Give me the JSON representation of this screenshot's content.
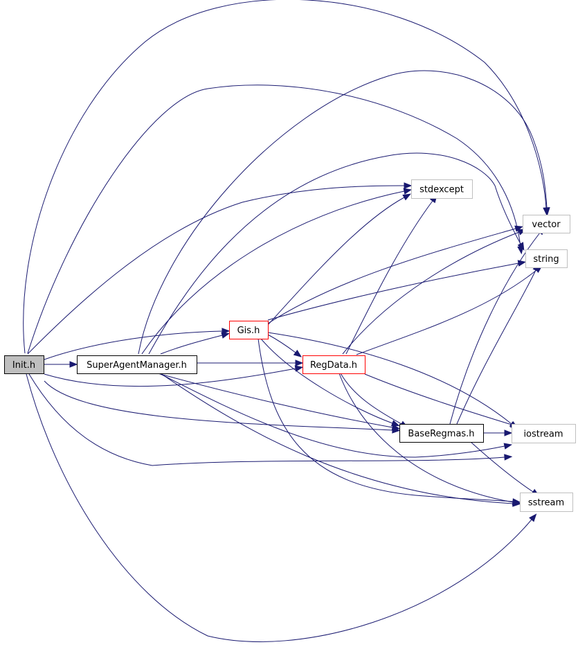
{
  "diagram": {
    "type": "include-dependency-graph",
    "nodes": [
      {
        "id": "init",
        "label": "Init.h",
        "kind": "root"
      },
      {
        "id": "sam",
        "label": "SuperAgentManager.h",
        "kind": "normal"
      },
      {
        "id": "gis",
        "label": "Gis.h",
        "kind": "truncated"
      },
      {
        "id": "regdata",
        "label": "RegData.h",
        "kind": "truncated"
      },
      {
        "id": "baseregmas",
        "label": "BaseRegmas.h",
        "kind": "normal"
      },
      {
        "id": "stdexcept",
        "label": "stdexcept",
        "kind": "external"
      },
      {
        "id": "vector",
        "label": "vector",
        "kind": "external"
      },
      {
        "id": "string",
        "label": "string",
        "kind": "external"
      },
      {
        "id": "iostream",
        "label": "iostream",
        "kind": "external"
      },
      {
        "id": "sstream",
        "label": "sstream",
        "kind": "external"
      }
    ],
    "edges": [
      {
        "from": "init",
        "to": "sam"
      },
      {
        "from": "init",
        "to": "gis"
      },
      {
        "from": "init",
        "to": "regdata"
      },
      {
        "from": "init",
        "to": "baseregmas"
      },
      {
        "from": "init",
        "to": "stdexcept"
      },
      {
        "from": "init",
        "to": "vector"
      },
      {
        "from": "init",
        "to": "string"
      },
      {
        "from": "init",
        "to": "iostream"
      },
      {
        "from": "init",
        "to": "sstream"
      },
      {
        "from": "sam",
        "to": "gis"
      },
      {
        "from": "sam",
        "to": "regdata"
      },
      {
        "from": "sam",
        "to": "baseregmas"
      },
      {
        "from": "sam",
        "to": "stdexcept"
      },
      {
        "from": "sam",
        "to": "vector"
      },
      {
        "from": "sam",
        "to": "string"
      },
      {
        "from": "sam",
        "to": "iostream"
      },
      {
        "from": "sam",
        "to": "sstream"
      },
      {
        "from": "gis",
        "to": "regdata"
      },
      {
        "from": "gis",
        "to": "baseregmas"
      },
      {
        "from": "gis",
        "to": "stdexcept"
      },
      {
        "from": "gis",
        "to": "vector"
      },
      {
        "from": "gis",
        "to": "string"
      },
      {
        "from": "gis",
        "to": "iostream"
      },
      {
        "from": "gis",
        "to": "sstream"
      },
      {
        "from": "regdata",
        "to": "baseregmas"
      },
      {
        "from": "regdata",
        "to": "stdexcept"
      },
      {
        "from": "regdata",
        "to": "vector"
      },
      {
        "from": "regdata",
        "to": "string"
      },
      {
        "from": "regdata",
        "to": "iostream"
      },
      {
        "from": "regdata",
        "to": "sstream"
      },
      {
        "from": "baseregmas",
        "to": "vector"
      },
      {
        "from": "baseregmas",
        "to": "string"
      },
      {
        "from": "baseregmas",
        "to": "iostream"
      },
      {
        "from": "baseregmas",
        "to": "sstream"
      }
    ],
    "colors": {
      "edge": "#191970",
      "root_fill": "#bfbfbf",
      "node_border": "#000000",
      "truncated_border": "#ff0000",
      "external_border": "#bfbfbf"
    }
  }
}
